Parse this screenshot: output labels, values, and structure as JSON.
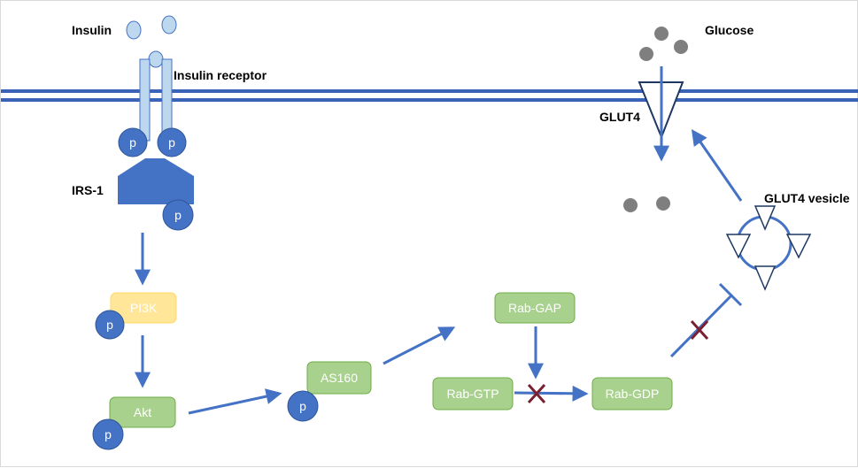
{
  "labels": {
    "insulin": "Insulin",
    "insulin_receptor": "Insulin receptor",
    "irs1": "IRS-1",
    "glucose": "Glucose",
    "glut4": "GLUT4",
    "glut4_vesicle": "GLUT4 vesicle"
  },
  "nodes": {
    "pi3k": "PI3K",
    "akt": "Akt",
    "as160": "AS160",
    "rab_gap": "Rab-GAP",
    "rab_gtp": "Rab-GTP",
    "rab_gdp": "Rab-GDP"
  },
  "phospho": "p",
  "colors": {
    "membrane": "#3a62b8",
    "blue": "#4472c4",
    "receptor_fill": "#bdd7ee",
    "green_box": "#a9d18e",
    "green_border": "#70ad47",
    "yellow_box": "#ffe699",
    "glucose": "#7f7f7f",
    "inhibit_x": "#7b2030"
  }
}
